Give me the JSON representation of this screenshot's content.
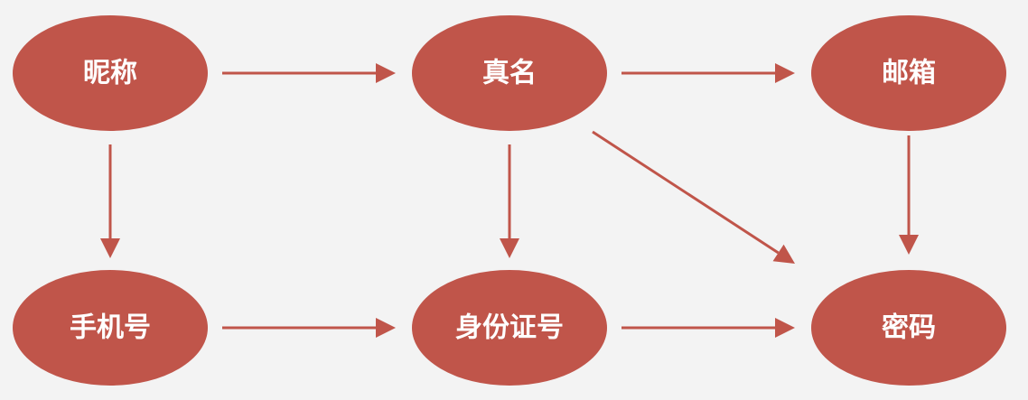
{
  "diagram": {
    "type": "flow-diagram",
    "colors": {
      "background": "#f3f3f3",
      "node_fill": "#c0554a",
      "node_text": "#ffffff",
      "edge": "#c0554a"
    },
    "nodes": [
      {
        "id": "nickname",
        "label": "昵称"
      },
      {
        "id": "realname",
        "label": "真名"
      },
      {
        "id": "email",
        "label": "邮箱"
      },
      {
        "id": "phone",
        "label": "手机号"
      },
      {
        "id": "idcard",
        "label": "身份证号"
      },
      {
        "id": "password",
        "label": "密码"
      }
    ],
    "edges": [
      {
        "from": "nickname",
        "to": "realname"
      },
      {
        "from": "realname",
        "to": "email"
      },
      {
        "from": "nickname",
        "to": "phone"
      },
      {
        "from": "realname",
        "to": "idcard"
      },
      {
        "from": "realname",
        "to": "password"
      },
      {
        "from": "email",
        "to": "password"
      },
      {
        "from": "phone",
        "to": "idcard"
      },
      {
        "from": "idcard",
        "to": "password"
      }
    ]
  }
}
